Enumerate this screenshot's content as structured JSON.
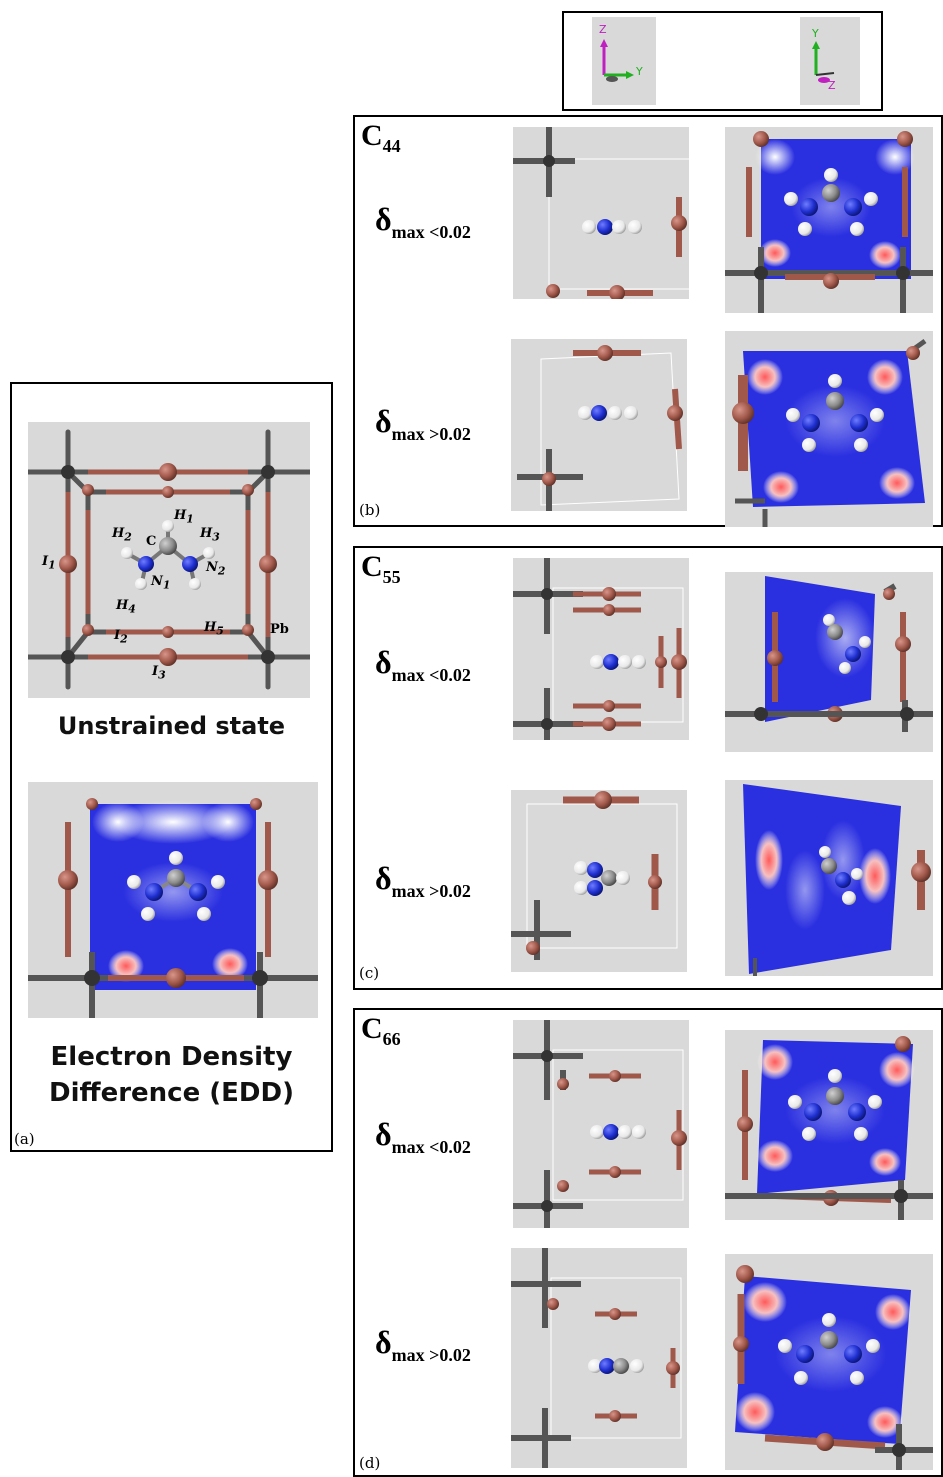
{
  "axes_legend": {
    "left": {
      "vertical": "Z",
      "horizontal": "Y"
    },
    "right": {
      "vertical": "Y",
      "horizontal": "Z"
    }
  },
  "panel_a": {
    "caption": "(a)",
    "unstrained_label": "Unstrained state",
    "edd_label_line1": "Electron Density",
    "edd_label_line2": "Difference (EDD)",
    "atoms": {
      "H1": "H",
      "H1_sub": "1",
      "H2": "H",
      "H2_sub": "2",
      "H3": "H",
      "H3_sub": "3",
      "H4": "H",
      "H4_sub": "4",
      "H5": "H",
      "H5_sub": "5",
      "N1": "N",
      "N1_sub": "1",
      "N2": "N",
      "N2_sub": "2",
      "C": "C",
      "I1": "I",
      "I1_sub": "1",
      "I2": "I",
      "I2_sub": "2",
      "I3": "I",
      "I3_sub": "3",
      "Pb": "Pb"
    }
  },
  "groups": [
    {
      "caption": "(b)",
      "title": "C",
      "title_sub": "44",
      "rows": [
        {
          "delta": "δ",
          "sub": "max <0.02"
        },
        {
          "delta": "δ",
          "sub": "max >0.02"
        }
      ]
    },
    {
      "caption": "(c)",
      "title": "C",
      "title_sub": "55",
      "rows": [
        {
          "delta": "δ",
          "sub": "max <0.02"
        },
        {
          "delta": "δ",
          "sub": "max >0.02"
        }
      ]
    },
    {
      "caption": "(d)",
      "title": "C",
      "title_sub": "66",
      "rows": [
        {
          "delta": "δ",
          "sub": "max <0.02"
        },
        {
          "delta": "δ",
          "sub": "max >0.02"
        }
      ]
    }
  ],
  "colors": {
    "pb_bond": "#555555",
    "iodine": "#a0584a",
    "nitrogen": "#1f2fd0",
    "hydrogen": "#f2f2f2",
    "carbon": "#8c8c8c",
    "edd_blue": "#2a2fe0",
    "edd_red": "#e84545",
    "panel_bg": "#d9d9d9"
  }
}
